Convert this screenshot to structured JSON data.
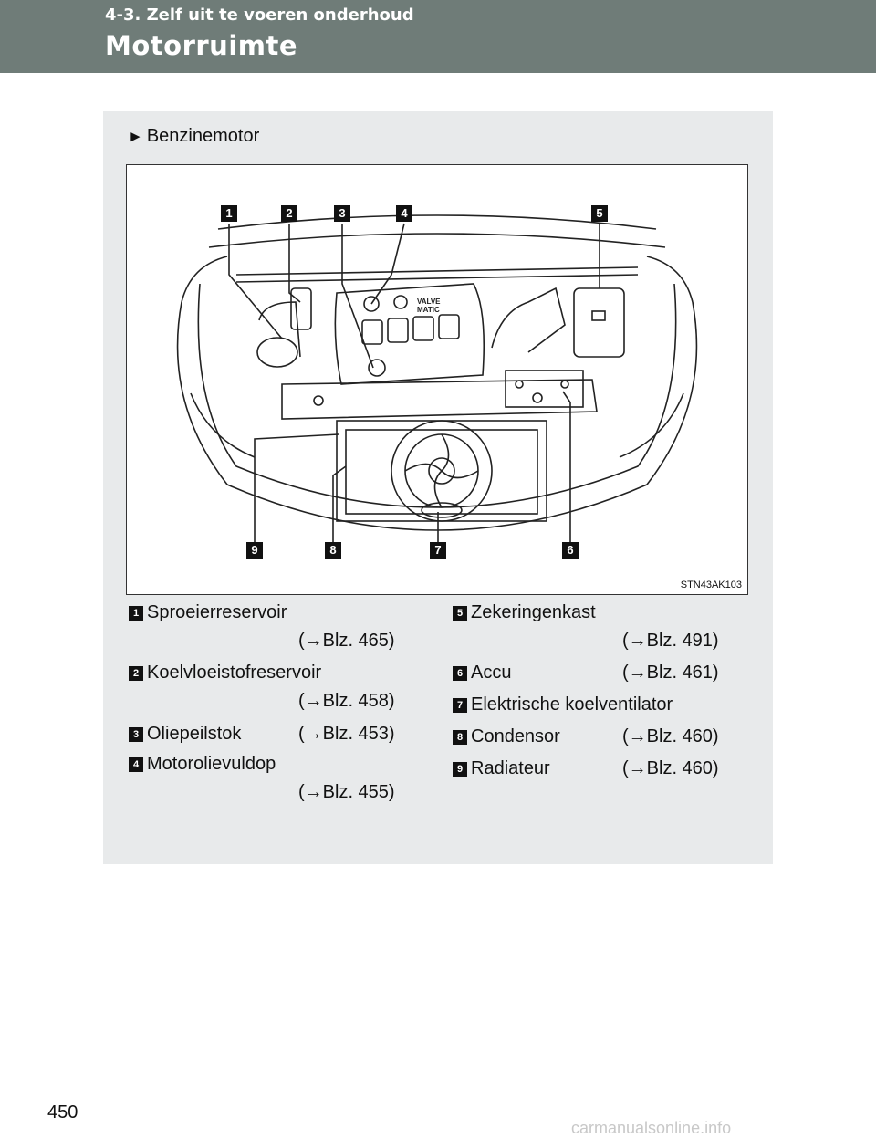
{
  "header": {
    "section": "4-3. Zelf uit te voeren onderhoud",
    "title": "Motorruimte"
  },
  "panel": {
    "variant_marker": "►",
    "variant": "Benzinemotor",
    "figure_code": "STN43AK103",
    "engine_badge": [
      "VALVE",
      "MATIC"
    ],
    "callouts": [
      "1",
      "2",
      "3",
      "4",
      "5",
      "9",
      "8",
      "7",
      "6"
    ]
  },
  "legend": {
    "left": [
      {
        "num": "1",
        "label": "Sproeierreservoir",
        "ref": "(→Blz. 465)"
      },
      {
        "num": "2",
        "label": "Koelvloeistofreservoir",
        "ref": "(→Blz. 458)"
      },
      {
        "num": "3",
        "label": "Oliepeilstok",
        "ref": "(→Blz. 453)"
      },
      {
        "num": "4",
        "label": "Motorolievuldop",
        "ref": "(→Blz. 455)"
      }
    ],
    "right": [
      {
        "num": "5",
        "label": "Zekeringenkast",
        "ref": "(→Blz. 491)"
      },
      {
        "num": "6",
        "label": "Accu",
        "ref": "(→Blz. 461)"
      },
      {
        "num": "7",
        "label": "Elektrische koelventilator",
        "ref": ""
      },
      {
        "num": "8",
        "label": "Condensor",
        "ref": "(→Blz. 460)"
      },
      {
        "num": "9",
        "label": "Radiateur",
        "ref": "(→Blz. 460)"
      }
    ]
  },
  "page_number": "450",
  "watermark": "carmanualsonline.info"
}
